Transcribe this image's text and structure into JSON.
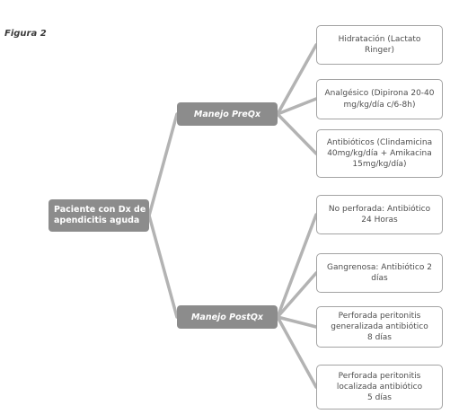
{
  "figure_label": "Figura 2",
  "root": {
    "line1": "Paciente con Dx de",
    "line2": "apendicitis aguda"
  },
  "branches": {
    "preqx": {
      "label": "Manejo PreQx",
      "leaves": [
        {
          "lines": [
            "Hidratación (Lactato",
            "Ringer)"
          ]
        },
        {
          "lines": [
            "Analgésico (Dipirona 20-40",
            "mg/kg/día c/6-8h)"
          ]
        },
        {
          "lines": [
            "Antibióticos (Clindamicina",
            "40mg/kg/día + Amikacina",
            "15mg/kg/día)"
          ]
        }
      ]
    },
    "postqx": {
      "label": "Manejo PostQx",
      "leaves": [
        {
          "lines": [
            "No perforada: Antibiótico",
            "24 Horas"
          ]
        },
        {
          "lines": [
            "Gangrenosa: Antibiótico 2",
            "días"
          ]
        },
        {
          "lines": [
            "Perforada peritonitis",
            "generalizada antibiótico",
            "8 días"
          ]
        },
        {
          "lines": [
            "Perforada peritonitis",
            "localizada antibiótico",
            "5 días"
          ]
        }
      ]
    }
  },
  "colors": {
    "connector": "#b3b3b3",
    "node_fill": "#8c8c8c",
    "leaf_border": "#a3a3a3",
    "leaf_text": "#4d4d4d"
  }
}
